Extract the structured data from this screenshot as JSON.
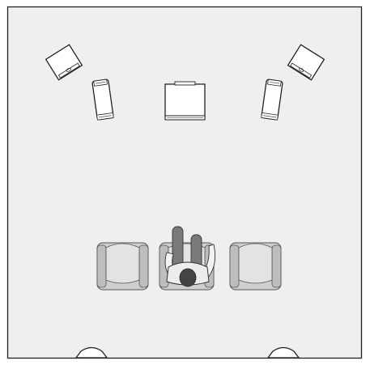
{
  "diagram": {
    "type": "surround-sound-speaker-layout",
    "colors": {
      "background": "#ffffff",
      "room_fill": "#eeeff0",
      "outline": "#222222",
      "speaker_fill": "#ffffff",
      "chair_fill": "#cfcfcf",
      "chair_cushion": "#d9d9d9",
      "person_skin": "#8a8a8a",
      "person_hair": "#444444",
      "person_clothes": "#ededed"
    },
    "objects": {
      "room": "room-boundary",
      "center_speaker": "center-speaker-icon",
      "front_left_speaker": "front-left-speaker-icon",
      "front_right_speaker": "front-right-speaker-icon",
      "wide_left_speaker": "wide-left-speaker-icon",
      "wide_right_speaker": "wide-right-speaker-icon",
      "seats": [
        "left-armchair",
        "center-armchair",
        "right-armchair"
      ],
      "listener": "listener-icon",
      "rear_left_speaker": "rear-left-speaker-icon",
      "rear_right_speaker": "rear-right-speaker-icon"
    }
  }
}
